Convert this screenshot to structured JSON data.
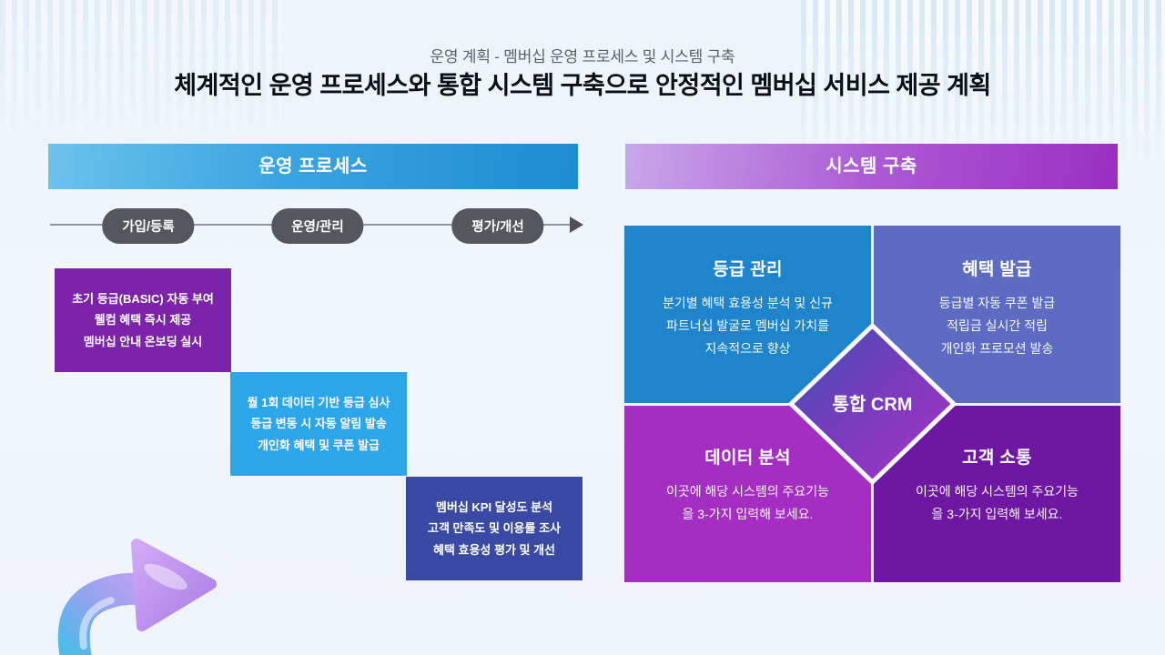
{
  "header": {
    "subtitle": "운영 계획 - 멤버십 운영 프로세스 및 시스템 구축",
    "title": "체계적인 운영 프로세스와 통합 시스템 구축으로 안정적인 멤버십 서비스 제공 계획"
  },
  "process": {
    "header": "운영 프로세스",
    "steps": [
      "가입/등록",
      "운영/관리",
      "평가/개선"
    ],
    "cards": [
      {
        "color": "#7B23A9",
        "lines": [
          "초기 등급(BASIC) 자동 부여",
          "웰컴 혜택 즉시 제공",
          "멤버십 안내 온보딩 실시"
        ]
      },
      {
        "color": "#2CA5EA",
        "lines": [
          "월 1회 데이터 기반 등급 심사",
          "등급 변동 시 자동 알림 발송",
          "개인화 혜택 및 쿠폰 발급"
        ]
      },
      {
        "color": "#3A49A4",
        "lines": [
          "멤버십 KPI 달성도 분석",
          "고객 만족도 및 이용률 조사",
          "혜택 효용성 평가 및 개선"
        ]
      }
    ]
  },
  "system": {
    "header": "시스템 구축",
    "center_label": "통합 CRM",
    "quadrants": [
      {
        "title": "등급 관리",
        "color": "#1E85CC",
        "lines": [
          "분기별 혜택 효용성 분석 및 신규",
          "파트너십 발굴로 멤버십 가치를",
          "지속적으로 향상"
        ]
      },
      {
        "title": "혜택 발급",
        "color": "#5D6BC2",
        "lines": [
          "등급별 자동 쿠폰 발급",
          "적립금 실시간 적립",
          "개인화 프로모션 발송"
        ]
      },
      {
        "title": "데이터 분석",
        "color": "#A42EC2",
        "lines": [
          "이곳에 해당 시스템의 주요기능",
          "을 3-가지 입력해 보세요."
        ]
      },
      {
        "title": "고객 소통",
        "color": "#6D17A3",
        "lines": [
          "이곳에 해당 시스템의 주요기능",
          "을 3-가지 입력해 보세요."
        ]
      }
    ]
  },
  "icons": {
    "timeline_arrow": "right-triangle",
    "decorative_arrow": "glossy-3d-curved-arrow-up-right"
  },
  "colors": {
    "background": "#F0F5FA",
    "process_header_gradient": [
      "#6CC2EC",
      "#1E8CD2"
    ],
    "system_header_gradient": [
      "#C9A7E9",
      "#9A2EC3"
    ],
    "timeline_pill": "#54575C",
    "diamond_gradient": [
      "#3E4FB2",
      "#AA32CA"
    ],
    "arrow_gradient": [
      "#49BEEA",
      "#C9A4F2"
    ]
  }
}
